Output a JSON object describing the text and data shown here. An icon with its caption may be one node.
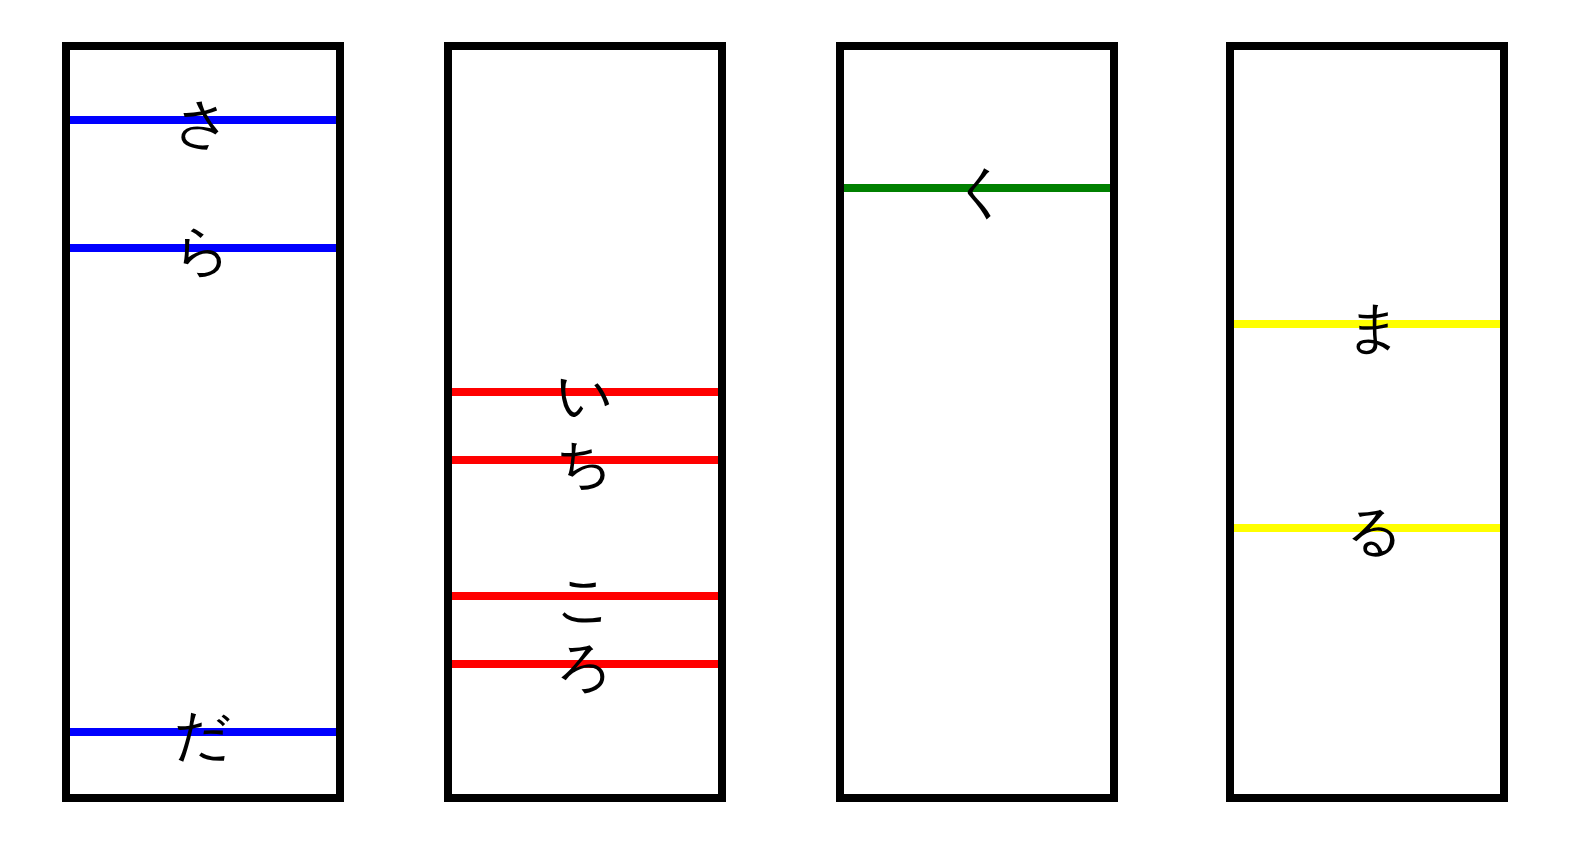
{
  "diagram": {
    "nodes": [
      {
        "text": [
          "さ",
          "ら",
          "だ"
        ]
      },
      {
        "text": [
          "い",
          "ち",
          "こ",
          "ろ"
        ]
      },
      {
        "text": [
          "く"
        ]
      },
      {
        "text": [
          "ま",
          "る"
        ]
      }
    ]
  }
}
